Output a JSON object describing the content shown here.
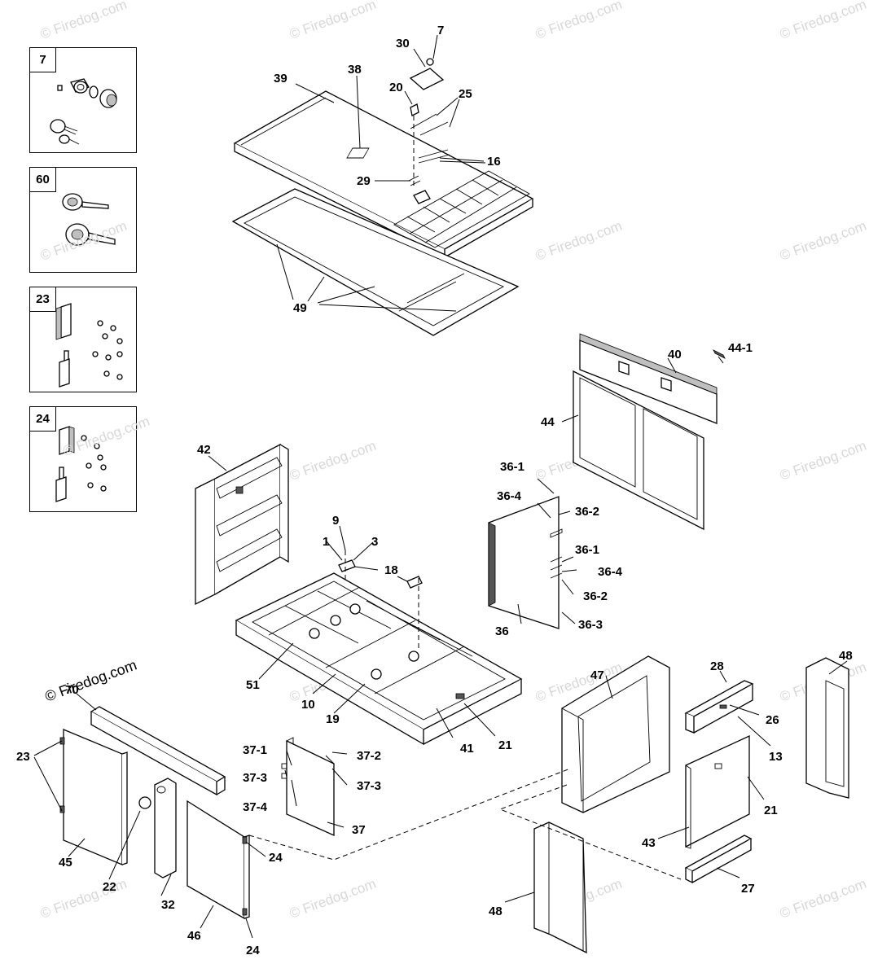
{
  "watermark": "© Firedog.com",
  "insets": [
    {
      "id": "7"
    },
    {
      "id": "60"
    },
    {
      "id": "23"
    },
    {
      "id": "24"
    }
  ],
  "labels": {
    "p7": "7",
    "p30": "30",
    "p39": "39",
    "p38": "38",
    "p20": "20",
    "p25": "25",
    "p16": "16",
    "p29": "29",
    "p49": "49",
    "p40": "40",
    "p44_1": "44-1",
    "p44": "44",
    "p42": "42",
    "p36_1a": "36-1",
    "p36_4a": "36-4",
    "p36_2a": "36-2",
    "p36_1b": "36-1",
    "p36_4b": "36-4",
    "p36_2b": "36-2",
    "p36": "36",
    "p36_3": "36-3",
    "p9": "9",
    "p1": "1",
    "p3": "3",
    "p18": "18",
    "p51": "51",
    "p10": "10",
    "p19": "19",
    "p41": "41",
    "p21a": "21",
    "p47": "47",
    "p28": "28",
    "p26": "26",
    "p13": "13",
    "p48a": "48",
    "p21b": "21",
    "p43": "43",
    "p27": "27",
    "p48b": "48",
    "p70": "70",
    "p23": "23",
    "p45": "45",
    "p22": "22",
    "p32": "32",
    "p46": "46",
    "p24a": "24",
    "p24b": "24",
    "p37_1": "37-1",
    "p37_3a": "37-3",
    "p37_4": "37-4",
    "p37_2": "37-2",
    "p37_3b": "37-3",
    "p37": "37"
  }
}
